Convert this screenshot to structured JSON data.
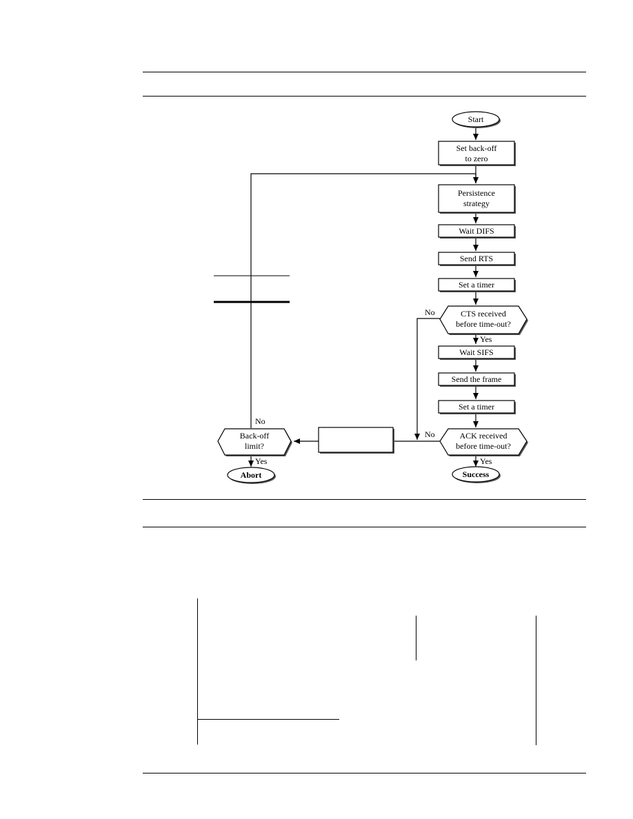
{
  "flowchart": {
    "nodes": {
      "start": "Start",
      "setBackoff": [
        "Set back-off",
        "to zero"
      ],
      "persistence": [
        "Persistence",
        "strategy"
      ],
      "waitDifs": "Wait DIFS",
      "sendRts": "Send RTS",
      "setTimer1": "Set a timer",
      "ctsReceived": [
        "CTS received",
        "before time-out?"
      ],
      "waitSifs": "Wait SIFS",
      "sendFrame": "Send the frame",
      "setTimer2": "Set a timer",
      "ackReceived": [
        "ACK received",
        "before time-out?"
      ],
      "success": "Success",
      "backoffLimit": [
        "Back-off",
        "limit?"
      ],
      "abort": "Abort"
    },
    "labels": {
      "yes": "Yes",
      "no": "No"
    }
  }
}
